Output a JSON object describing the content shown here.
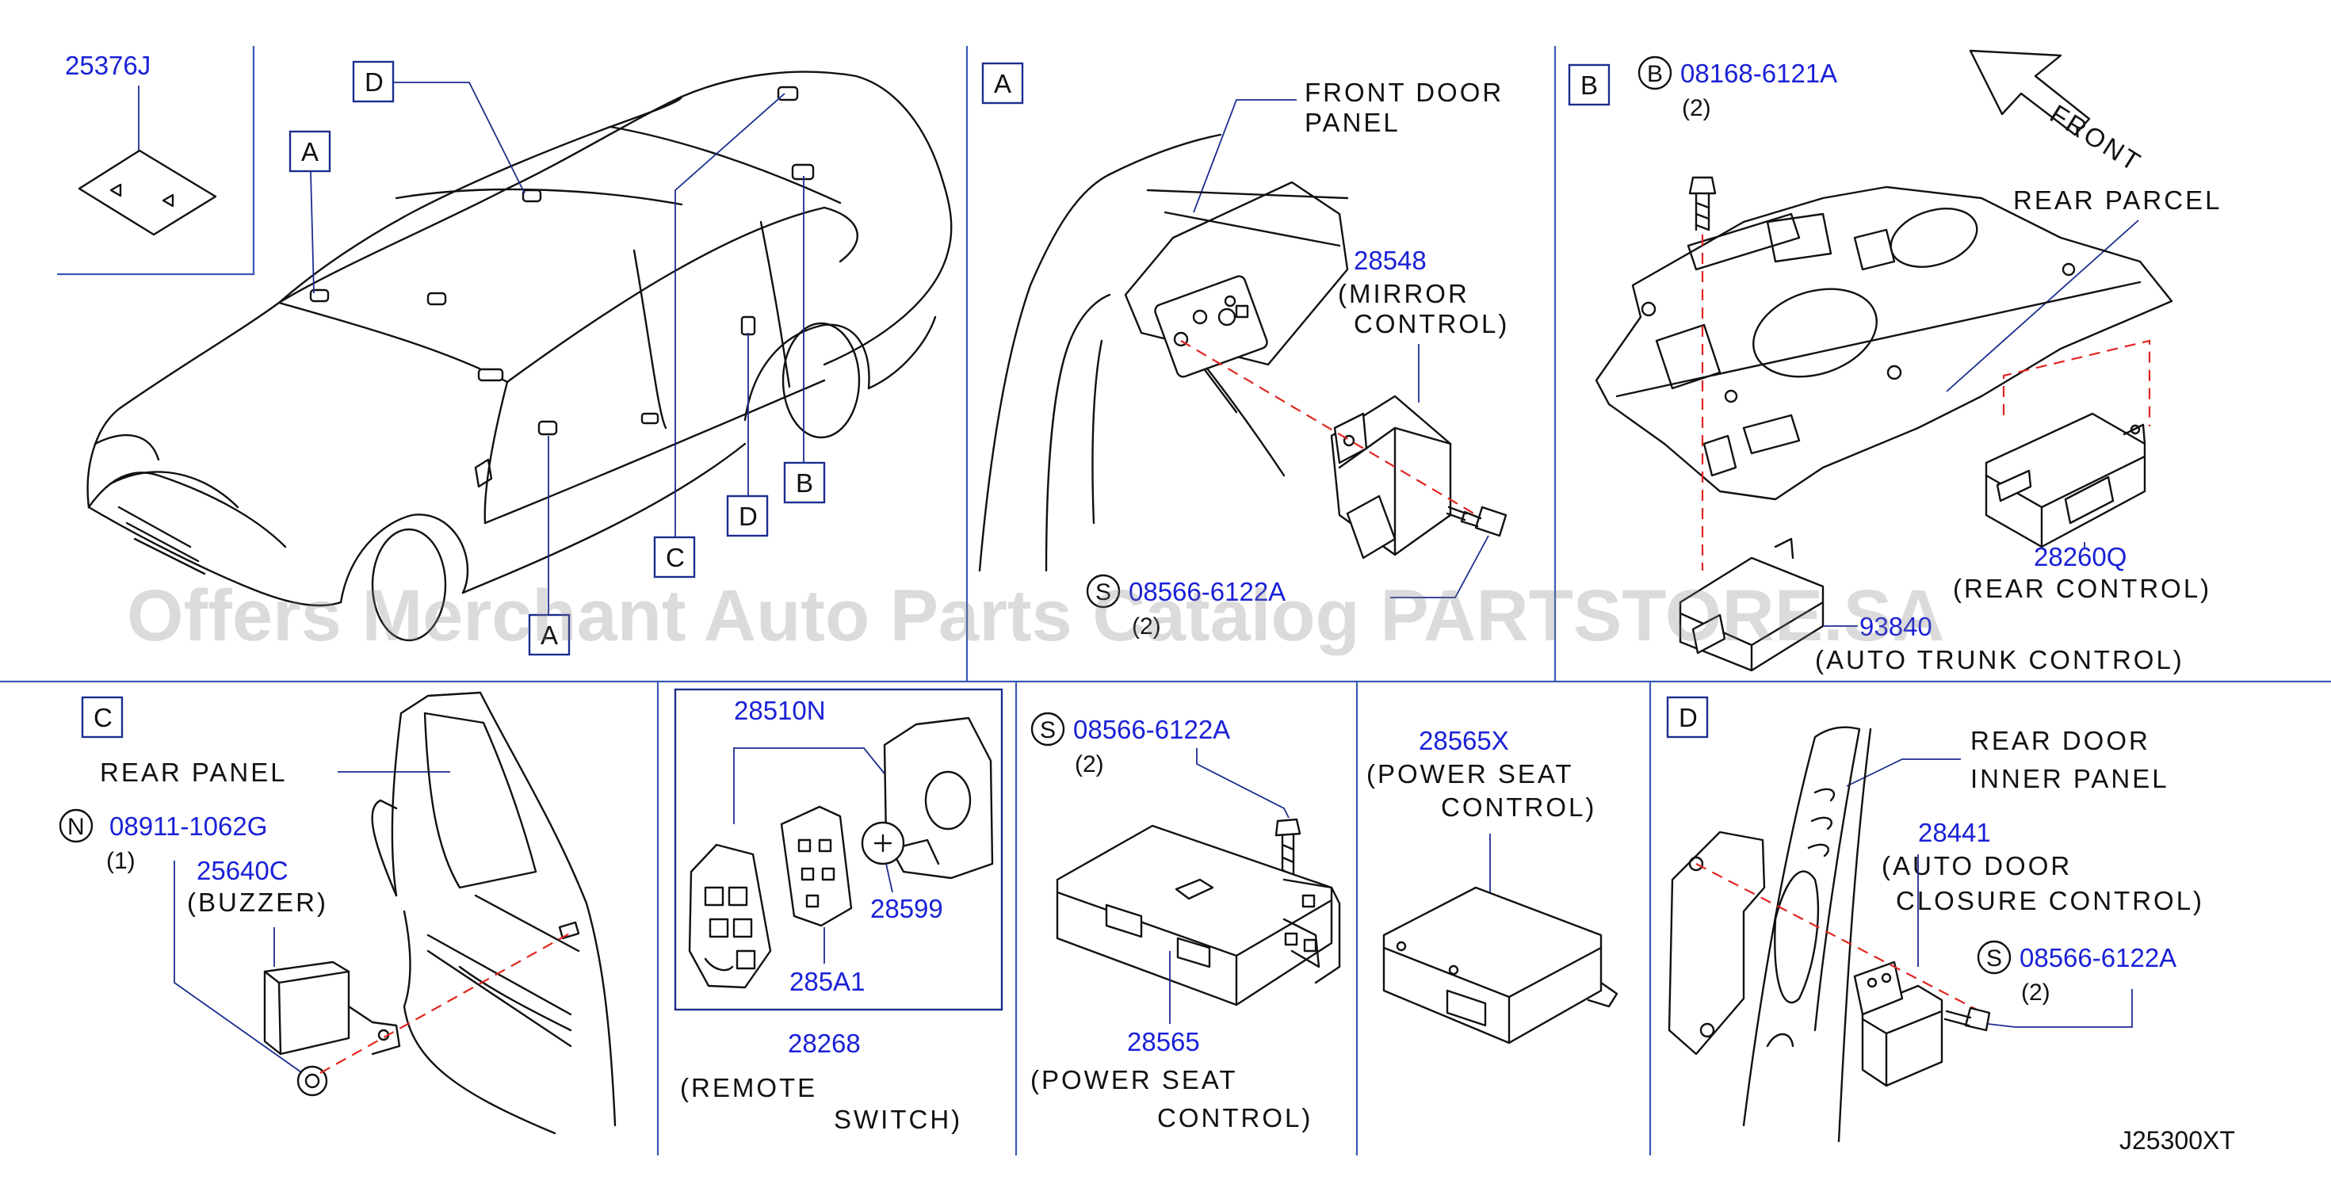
{
  "watermark": "Offers Merchant Auto Parts Catalog PARTSTORE.SA",
  "diagram_code": "J25300XT",
  "overview": {
    "label_part": "25376J",
    "ref_a_top": "A",
    "ref_d_top": "D",
    "ref_b": "B",
    "ref_d_bottom": "D",
    "ref_c": "C",
    "ref_a_bottom": "A"
  },
  "section_a": {
    "ref": "A",
    "panel_line1": "FRONT  DOOR",
    "panel_line2": "PANEL",
    "part": "28548",
    "desc_line1": "(MIRROR",
    "desc_line2": "CONTROL)",
    "bolt_symbol": "S",
    "bolt_part": "08566-6122A",
    "bolt_qty": "(2)"
  },
  "section_b": {
    "ref": "B",
    "bolt_symbol": "B",
    "bolt_part": "08168-6121A",
    "bolt_qty": "(2)",
    "direction": "FRONT",
    "parcel_label": "REAR  PARCEL",
    "part_1": "28260Q",
    "part_1_desc": "(REAR  CONTROL)",
    "part_2": "93840",
    "part_2_desc": "(AUTO  TRUNK  CONTROL)"
  },
  "section_c": {
    "ref": "C",
    "panel_label": "REAR  PANEL",
    "nut_symbol": "N",
    "nut_part": "08911-1062G",
    "nut_qty": "(1)",
    "part": "25640C",
    "desc": "(BUZZER)"
  },
  "section_remote": {
    "part_top": "28510N",
    "part_battery": "28599",
    "part_pad": "285A1",
    "part_assembly": "28268",
    "desc_line1": "(REMOTE",
    "desc_line2": "SWITCH)"
  },
  "section_seat": {
    "bolt_symbol": "S",
    "bolt_part": "08566-6122A",
    "bolt_qty": "(2)",
    "part": "28565",
    "desc_line1": "(POWER  SEAT",
    "desc_line2": "CONTROL)"
  },
  "section_seat_x": {
    "part": "28565X",
    "desc_line1": "(POWER  SEAT",
    "desc_line2": "CONTROL)"
  },
  "section_d": {
    "ref": "D",
    "panel_line1": "REAR  DOOR",
    "panel_line2": "INNER  PANEL",
    "part": "28441",
    "desc_line1": "(AUTO  DOOR",
    "desc_line2": "CLOSURE  CONTROL)",
    "bolt_symbol": "S",
    "bolt_part": "08566-6122A",
    "bolt_qty": "(2)"
  }
}
